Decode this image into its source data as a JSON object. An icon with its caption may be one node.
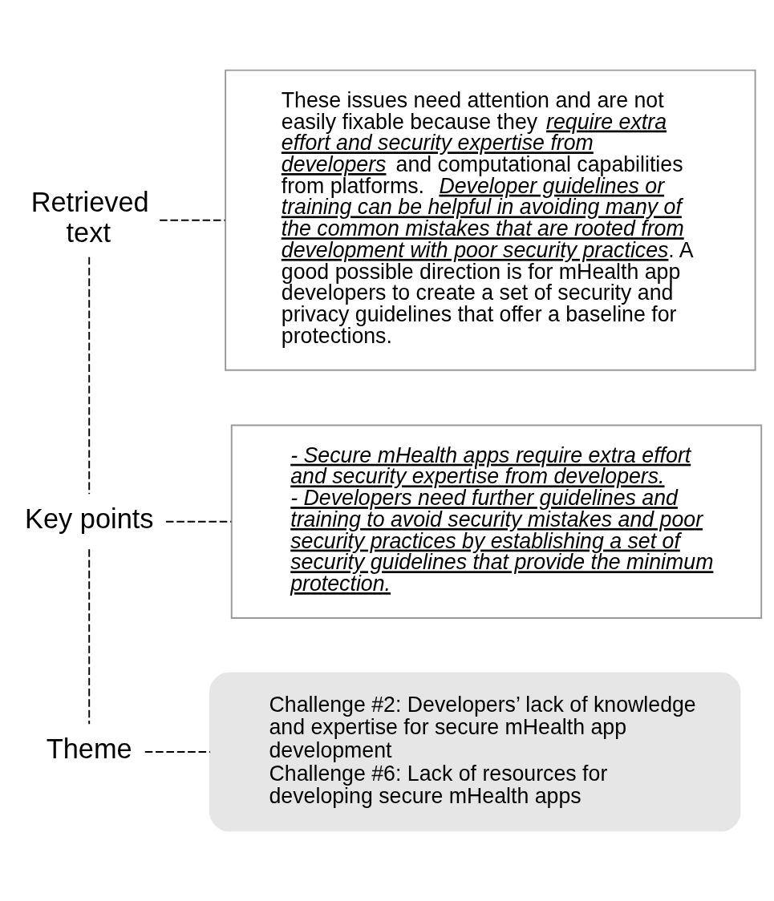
{
  "diagram": {
    "nodes": [
      {
        "text": [
          "Retrieved text"
        ]
      },
      {
        "text": [
          "These issues need attention and are not easily fixable because they *require extra effort and security expertise from developers* and computational capabilities from platforms. *Developer guidelines or training can be helpful in avoiding many of the common mistakes that are rooted from development with poor security practices*. A good possible direction is for mHealth app developers to create a set of security and privacy guidelines that offer a baseline for protections."
        ]
      },
      {
        "text": [
          "Key points"
        ]
      },
      {
        "text": [
          "- Secure mHealth apps require extra effort and security expertise from developers.",
          "- Developers need further guidelines and training to avoid security mistakes and poor security practices by establishing a set of security guidelines that provide the minimum protection."
        ]
      },
      {
        "text": [
          "Theme"
        ]
      },
      {
        "text": [
          "Challenge #2: Developers’ lack of knowledge and expertise for secure mHealth app development",
          "Challenge #6: Lack of resources for developing secure mHealth apps"
        ]
      }
    ],
    "edges": [
      {
        "from": 0,
        "to": 1,
        "arrow": "none",
        "style": "dashed"
      },
      {
        "from": 0,
        "to": 2,
        "arrow": "none",
        "style": "dashed"
      },
      {
        "from": 2,
        "to": 3,
        "arrow": "none",
        "style": "dashed"
      },
      {
        "from": 2,
        "to": 4,
        "arrow": "none",
        "style": "dashed"
      },
      {
        "from": 4,
        "to": 5,
        "arrow": "none",
        "style": "dashed"
      }
    ]
  }
}
